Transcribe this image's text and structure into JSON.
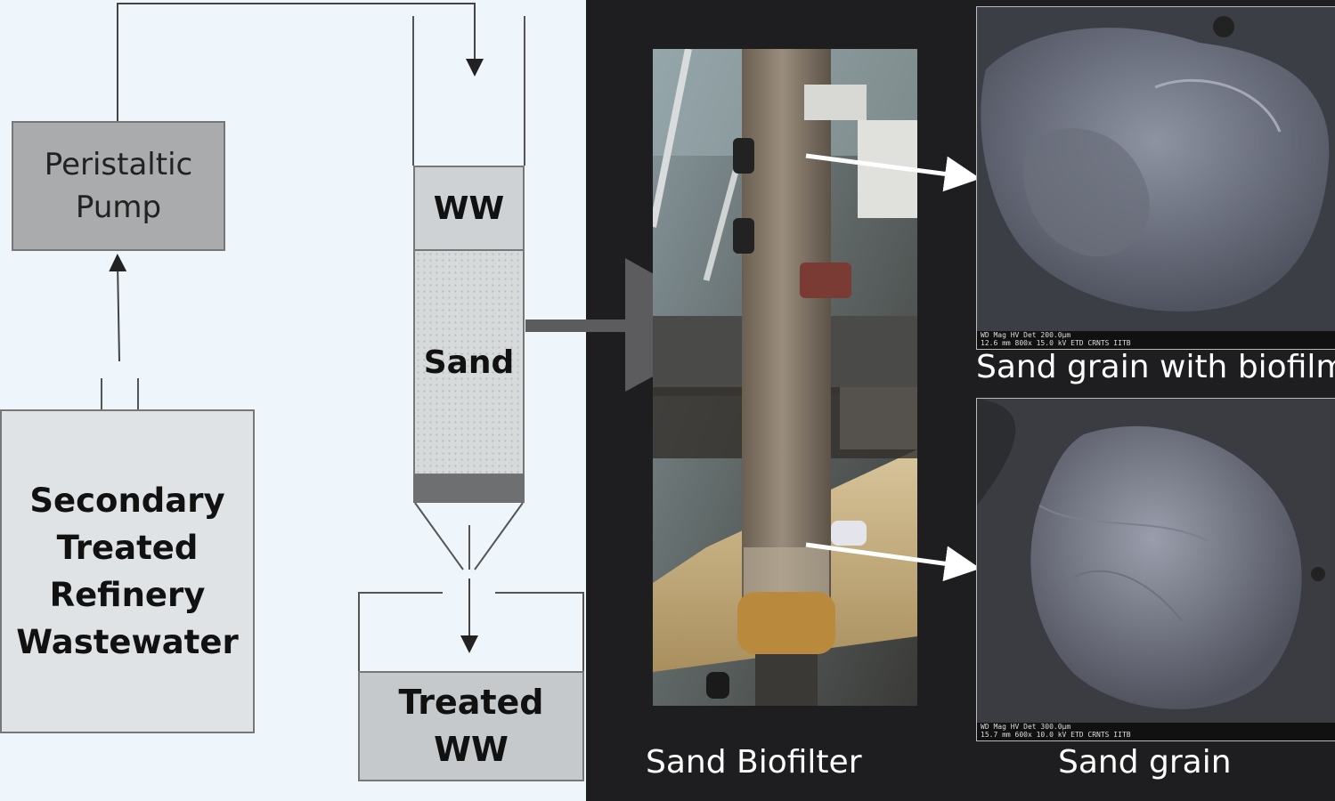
{
  "schematic": {
    "pump_label_line1": "Peristaltic",
    "pump_label_line2": "Pump",
    "tank_lines": [
      "Secondary",
      "Treated",
      "Refinery",
      "Wastewater"
    ],
    "column_ww_label": "WW",
    "column_sand_label": "Sand",
    "treated_line1": "Treated",
    "treated_line2": "WW"
  },
  "photo": {
    "caption": "Sand Biofilter"
  },
  "sem_images": [
    {
      "caption": "Sand grain with biofilm",
      "databar_line1": "WD    Mag   HV   Det              200.0µm",
      "databar_line2": "12.6 mm 800x 15.0 kV ETD          CRNTS IITB"
    },
    {
      "caption": "Sand grain",
      "databar_line1": "WD    Mag   HV   Det              300.0µm",
      "databar_line2": "15.7 mm 600x 10.0 kV ETD          CRNTS IITB"
    }
  ],
  "colors": {
    "left_background": "#eef6fb",
    "right_background": "#1e1e20",
    "arrow_gray": "#5c5c5e"
  }
}
